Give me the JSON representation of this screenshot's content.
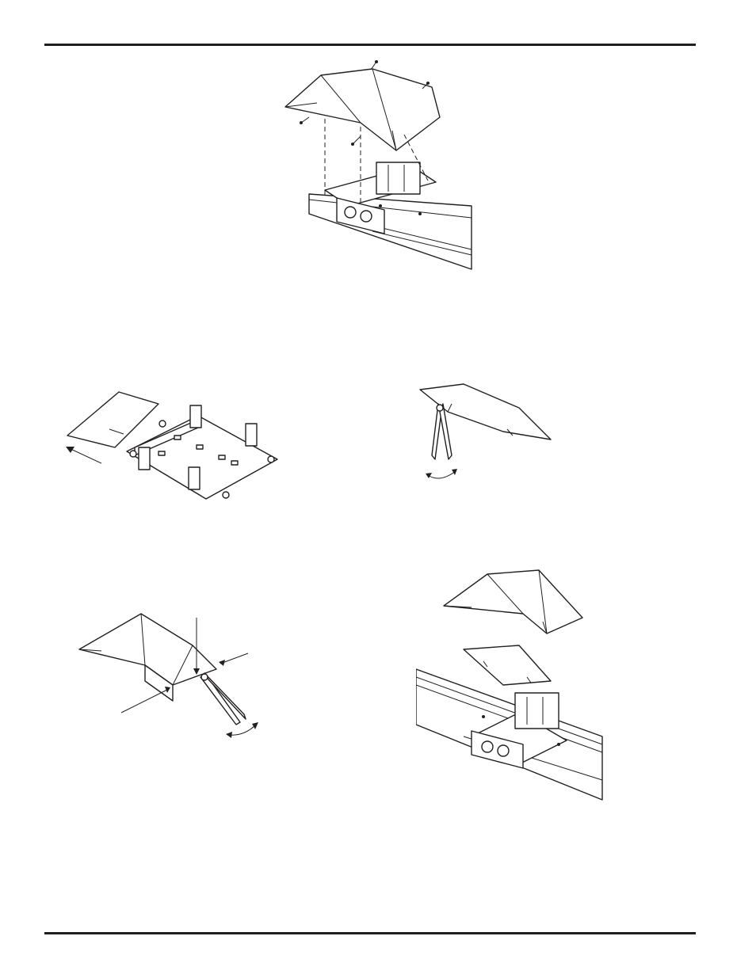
{
  "page": {
    "background_color": "#ffffff",
    "ink_color": "#231f20"
  },
  "figures": [
    {
      "id": "fig-cover-exploded",
      "icon": "cover-installation-illustration"
    },
    {
      "id": "fig-remove-knockout",
      "icon": "knockout-plate-removal-illustration"
    },
    {
      "id": "fig-pliers-break-tab",
      "icon": "pliers-break-tab-illustration"
    },
    {
      "id": "fig-pliers-bend-cover",
      "icon": "pliers-bend-cover-illustration"
    },
    {
      "id": "fig-assembly-exploded",
      "icon": "assembly-exploded-illustration"
    }
  ]
}
